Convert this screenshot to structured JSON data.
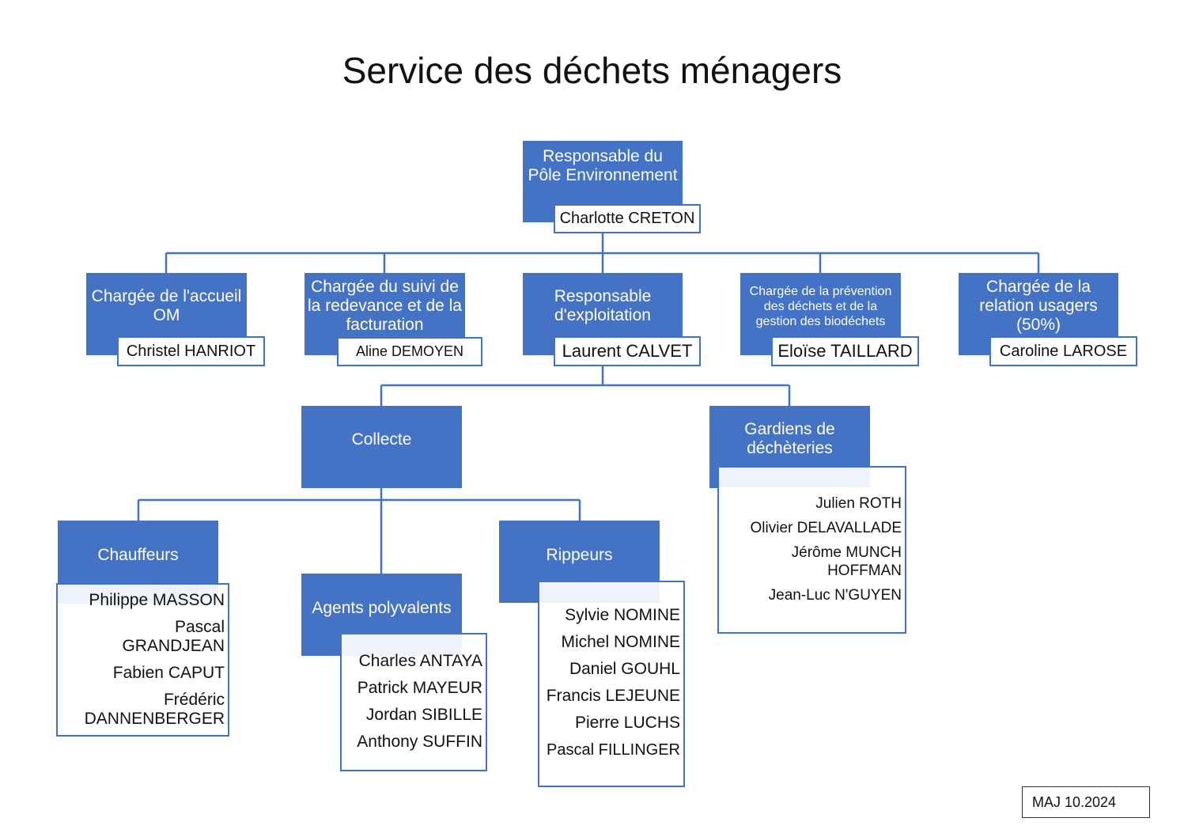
{
  "title": "Service des déchets ménagers",
  "colors": {
    "role_fill": "#4472c4",
    "connector": "#4472c4"
  },
  "head": {
    "role": "Responsable du Pôle Environnement",
    "name": "Charlotte CRETON"
  },
  "level2": [
    {
      "role": "Chargée de l'accueil OM",
      "name": "Christel HANRIOT"
    },
    {
      "role": "Chargée du suivi de la redevance et de la facturation",
      "name": "Aline DEMOYEN"
    },
    {
      "role": "Responsable d'exploitation",
      "name": "Laurent CALVET"
    },
    {
      "role": "Chargée de la prévention des déchets et de la gestion des biodéchets",
      "name": "Eloïse TAILLARD"
    },
    {
      "role": "Chargée de la relation usagers (50%)",
      "name": "Caroline LAROSE"
    }
  ],
  "collecte": {
    "label": "Collecte"
  },
  "gardiens": {
    "label": "Gardiens de déchèteries",
    "members": [
      "Julien ROTH",
      "Olivier DELAVALLADE",
      "Jérôme MUNCH HOFFMAN",
      "Jean-Luc N'GUYEN"
    ]
  },
  "chauffeurs": {
    "label": "Chauffeurs",
    "members": [
      "Philippe MASSON",
      "Pascal GRANDJEAN",
      "Fabien CAPUT",
      "Frédéric DANNENBERGER"
    ]
  },
  "agents": {
    "label": "Agents polyvalents",
    "members": [
      "Charles ANTAYA",
      "Patrick MAYEUR",
      "Jordan SIBILLE",
      "Anthony SUFFIN"
    ]
  },
  "rippeurs": {
    "label": "Rippeurs",
    "members": [
      "Sylvie NOMINE",
      "Michel NOMINE",
      "Daniel GOUHL",
      "Francis LEJEUNE",
      "Pierre LUCHS",
      "Pascal FILLINGER"
    ]
  },
  "footer": {
    "maj": "MAJ 10.2024"
  }
}
